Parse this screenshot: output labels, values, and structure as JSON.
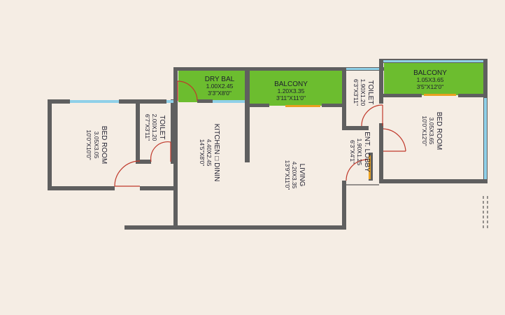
{
  "plan": {
    "colors": {
      "background": "#f5ede4",
      "wall": "#5f5f5f",
      "wall_line": "#333333",
      "balcony_fill": "#6cbd2f",
      "window": "#8fd0e8",
      "door": "#c0392b",
      "sliding_door": "#e8a020"
    },
    "rooms": {
      "bed_room_left": {
        "name": "BED ROOM",
        "size_m": "3.05X3.05",
        "size_ft": "10'0\"X10'0\""
      },
      "toilet_left": {
        "name": "TOILET",
        "size_m": "2.00X1.20",
        "size_ft": "6'7\"X3'11\""
      },
      "dry_bal": {
        "name": "DRY BAL",
        "size_m": "1.00X2.45",
        "size_ft": "3'3\"X8'0\""
      },
      "kitchen": {
        "name": "KITCHEN □ DININ",
        "size_m": "4.40X2.45",
        "size_ft": "14'5\"X8'0\""
      },
      "balcony_center": {
        "name": "BALCONY",
        "size_m": "1.20X3.35",
        "size_ft": "3'11\"X11'0\""
      },
      "living": {
        "name": "LIVING",
        "size_m": "4.20X3.35",
        "size_ft": "13'9\"X11'0\""
      },
      "toilet_right": {
        "name": "TOILET",
        "size_m": "1.90X1.20",
        "size_ft": "6'3\"X3'11\""
      },
      "ent_lobby": {
        "name": "ENT. LOBBY",
        "size_m": "1.90X1.25",
        "size_ft": "6'3\"X4'1\""
      },
      "balcony_right": {
        "name": "BALCONY",
        "size_m": "1.05X3.65",
        "size_ft": "3'5\"X12'0\""
      },
      "bed_room_right": {
        "name": "BED ROOM",
        "size_m": "3.05X3.65",
        "size_ft": "10'0\"X12'0\""
      }
    }
  }
}
